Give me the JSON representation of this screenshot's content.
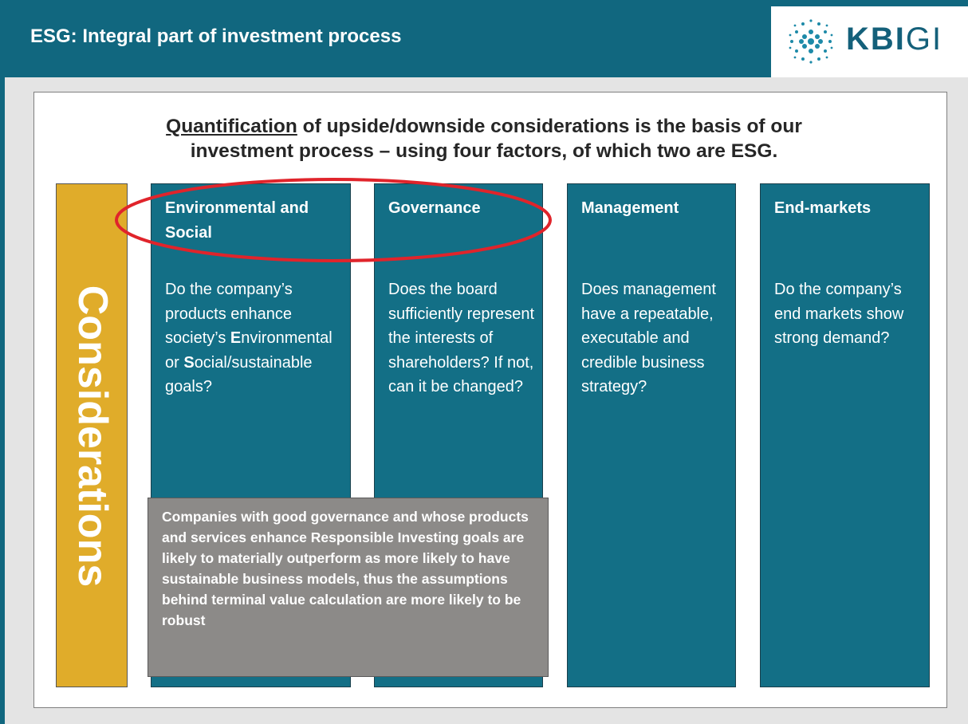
{
  "header": {
    "title": "ESG: Integral part of investment process",
    "logo_text_bold": "KBI",
    "logo_text_light": "GI"
  },
  "headline": {
    "underlined": "Quantification",
    "rest_line1": " of upside/downside considerations is the basis of our",
    "line2": "investment process – using four factors, of which two are ESG."
  },
  "side_label": "Considerations",
  "columns": [
    {
      "title": "Environmental and Social",
      "body_pre": "Do the company’s products enhance society’s ",
      "e_letter": "E",
      "body_mid": "nvironmental or ",
      "s_letter": "S",
      "body_post": "ocial/sustainable goals?"
    },
    {
      "title": "Governance",
      "body": "Does the board sufficiently represent the interests of shareholders? If not, can it be changed?"
    },
    {
      "title": "Management",
      "body": "Does management have a repeatable, executable and credible business strategy?"
    },
    {
      "title": "End-markets",
      "body": "Do the company’s end markets show strong demand?"
    }
  ],
  "summary_box": "Companies with good governance and whose products and services enhance Responsible Investing goals are likely to materially outperform as more likely to have sustainable business models, thus the assumptions behind terminal value calculation are more likely to be robust",
  "colors": {
    "teal_header": "#11677f",
    "teal_column": "#136f86",
    "gold": "#e0ac2a",
    "gray_box": "#8c8a88",
    "highlight_ellipse": "#e0242b"
  }
}
